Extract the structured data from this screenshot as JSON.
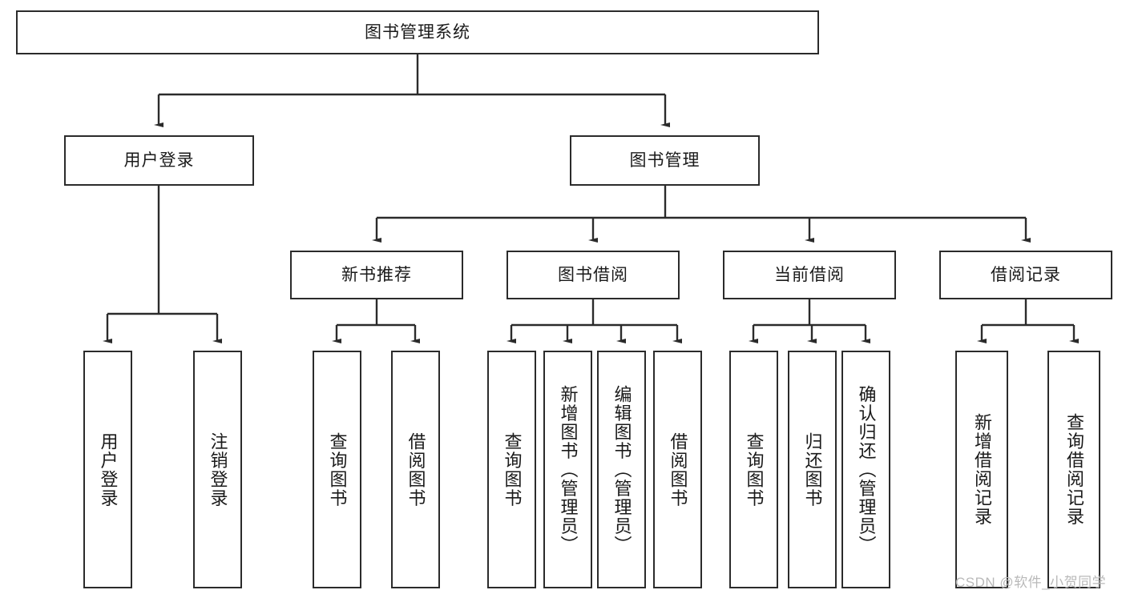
{
  "diagram": {
    "type": "tree-hierarchy-chart",
    "title": "图书管理系统",
    "line_color": "#2b2b2b",
    "box_fill": "#ffffff",
    "text_color": "#1a1a1a",
    "root": {
      "label": "图书管理系统"
    },
    "level2": [
      {
        "id": "user-login",
        "label": "用户登录"
      },
      {
        "id": "book-manage",
        "label": "图书管理"
      }
    ],
    "level3": [
      {
        "id": "new-book-recommend",
        "label": "新书推荐"
      },
      {
        "id": "book-borrow",
        "label": "图书借阅"
      },
      {
        "id": "current-borrow",
        "label": "当前借阅"
      },
      {
        "id": "borrow-record",
        "label": "借阅记录"
      }
    ],
    "leaves": {
      "user_login": [
        {
          "id": "leaf-user-login",
          "label": "用户登录"
        },
        {
          "id": "leaf-logout-login",
          "label": "注销登录"
        }
      ],
      "new_book_recommend": [
        {
          "id": "leaf-query-book-1",
          "label": "查询图书"
        },
        {
          "id": "leaf-borrow-book-1",
          "label": "借阅图书"
        }
      ],
      "book_borrow": [
        {
          "id": "leaf-query-book-2",
          "label": "查询图书"
        },
        {
          "id": "leaf-add-book",
          "label": "新增图书（管理员）"
        },
        {
          "id": "leaf-edit-book",
          "label": "编辑图书（管理员）"
        },
        {
          "id": "leaf-borrow-book-2",
          "label": "借阅图书"
        }
      ],
      "current_borrow": [
        {
          "id": "leaf-query-book-3",
          "label": "查询图书"
        },
        {
          "id": "leaf-return-book",
          "label": "归还图书"
        },
        {
          "id": "leaf-confirm-return",
          "label": "确认归还（管理员）"
        }
      ],
      "borrow_record": [
        {
          "id": "leaf-add-record",
          "label": "新增借阅记录"
        },
        {
          "id": "leaf-query-record",
          "label": "查询借阅记录"
        }
      ]
    }
  },
  "watermark": {
    "text": "CSDN @软件_小贺同学",
    "color": "#b9b9b9"
  }
}
